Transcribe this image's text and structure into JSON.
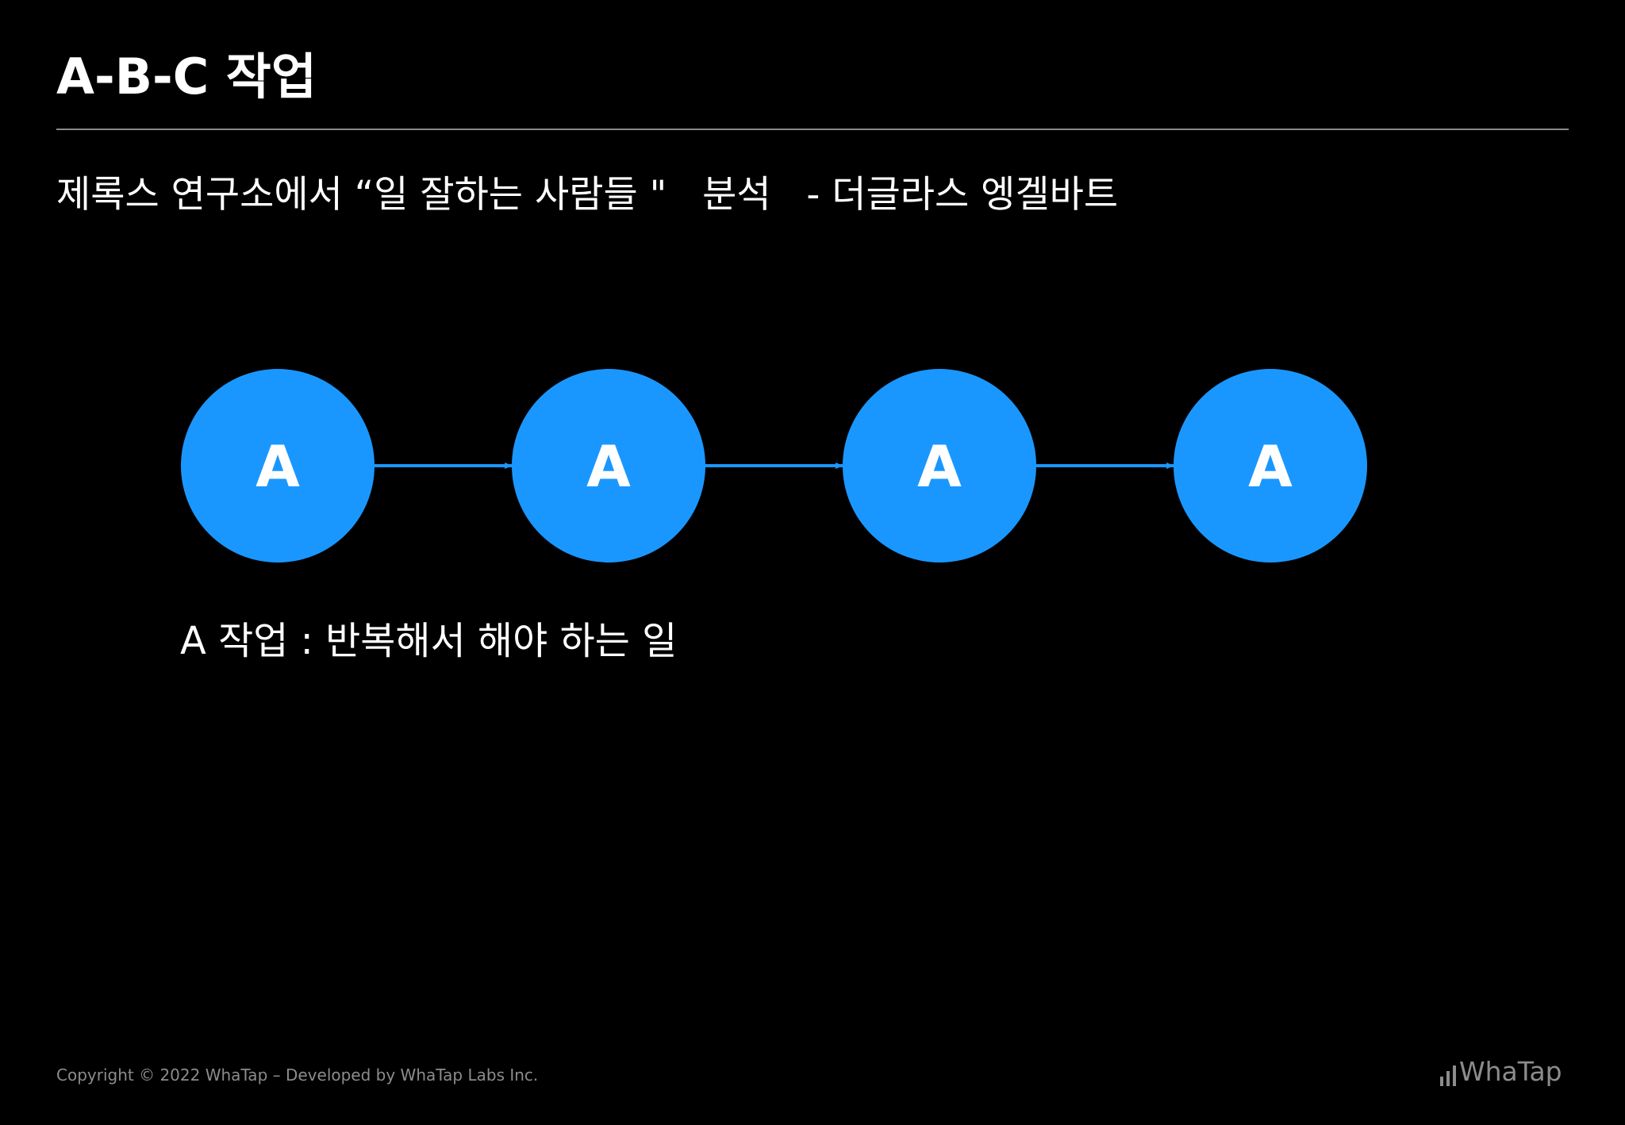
{
  "slide": {
    "title": "A-B-C 작업",
    "subtitle": "제록스 연구소에서 “일 잘하는 사람들 \"   분석   - 더글라스 엥겔바트"
  },
  "diagram": {
    "nodes": [
      {
        "label": "A"
      },
      {
        "label": "A"
      },
      {
        "label": "A"
      },
      {
        "label": "A"
      }
    ],
    "node_color": "#1a97ff",
    "arrow_color": "#1a97ff",
    "caption": "A 작업 : 반복해서 해야 하는 일"
  },
  "footer": {
    "copyright": "Copyright © 2022 WhaTap – Developed by WhaTap Labs Inc.",
    "logo_text": "WhaTap",
    "logo_icon": "whatap-bars-icon"
  }
}
